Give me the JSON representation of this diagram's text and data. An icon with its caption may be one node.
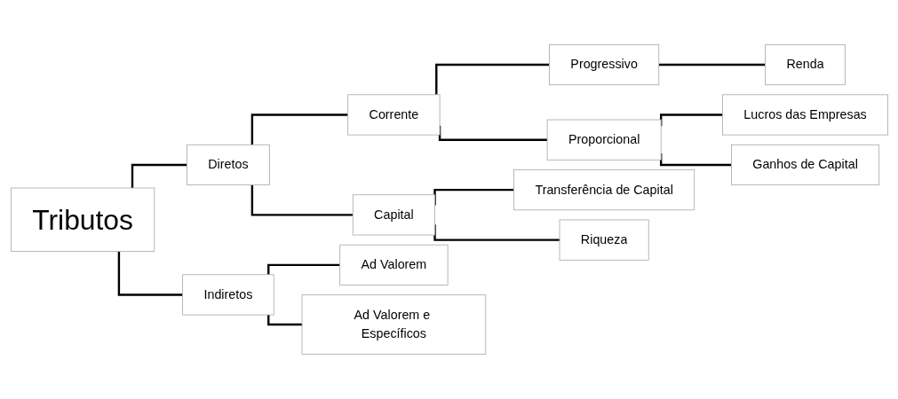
{
  "diagram": {
    "nodes": [
      {
        "text": [
          "Tributos"
        ]
      },
      {
        "text": [
          "Diretos"
        ]
      },
      {
        "text": [
          "Corrente"
        ]
      },
      {
        "text": [
          "Progressivo"
        ]
      },
      {
        "text": [
          "Renda"
        ]
      },
      {
        "text": [
          "Proporcional"
        ]
      },
      {
        "text": [
          "Lucros das Empresas"
        ]
      },
      {
        "text": [
          "Ganhos de Capital"
        ]
      },
      {
        "text": [
          "Capital"
        ]
      },
      {
        "text": [
          "Transferência de Capital"
        ]
      },
      {
        "text": [
          "Riqueza"
        ]
      },
      {
        "text": [
          "Indiretos"
        ]
      },
      {
        "text": [
          "Ad Valorem"
        ]
      },
      {
        "text": [
          "Ad Valorem e Específicos"
        ]
      }
    ],
    "edges": [
      {
        "from": 0,
        "to": 1,
        "arrow": "none"
      },
      {
        "from": 0,
        "to": 11,
        "arrow": "none"
      },
      {
        "from": 1,
        "to": 2,
        "arrow": "none"
      },
      {
        "from": 1,
        "to": 8,
        "arrow": "none"
      },
      {
        "from": 2,
        "to": 3,
        "arrow": "none"
      },
      {
        "from": 2,
        "to": 5,
        "arrow": "none"
      },
      {
        "from": 3,
        "to": 4,
        "arrow": "none"
      },
      {
        "from": 5,
        "to": 6,
        "arrow": "none"
      },
      {
        "from": 5,
        "to": 7,
        "arrow": "none"
      },
      {
        "from": 8,
        "to": 9,
        "arrow": "none"
      },
      {
        "from": 8,
        "to": 10,
        "arrow": "none"
      },
      {
        "from": 11,
        "to": 12,
        "arrow": "none"
      },
      {
        "from": 11,
        "to": 13,
        "arrow": "none"
      }
    ]
  }
}
